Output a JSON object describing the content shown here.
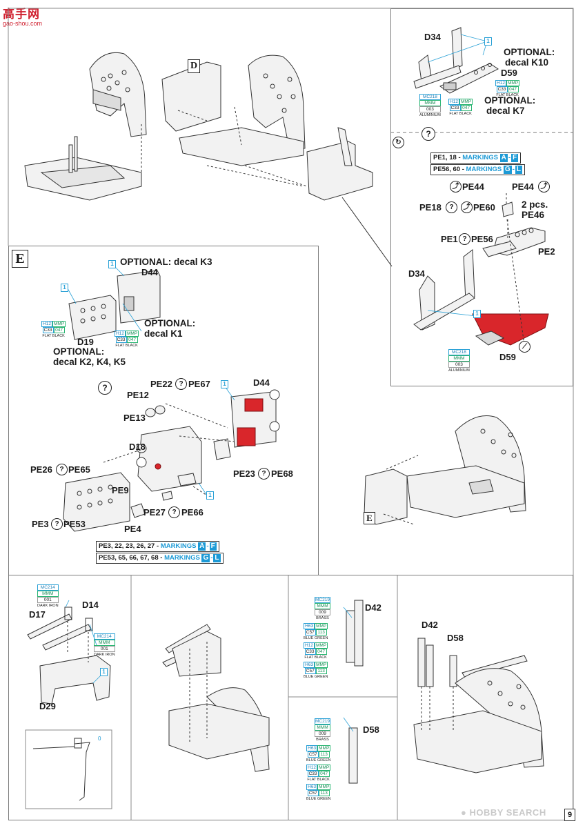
{
  "watermark": {
    "top": "高手网",
    "url": "gao-shou.com"
  },
  "footer": {
    "brand": "HOBBY SEARCH",
    "page_number": "9"
  },
  "top_left": {
    "letter": "D"
  },
  "top_right": {
    "parts": {
      "d34": "D34",
      "d59": "D59"
    },
    "optional_a": "OPTIONAL:",
    "optional_a_decal": "decal K10",
    "optional_b": "OPTIONAL:",
    "optional_b_decal": "decal K7",
    "callout": "1",
    "paint_al": {
      "code1": "MC218",
      "code2": "MMM",
      "code3": "003",
      "name": "ALUMINIUM"
    },
    "paint_fb1": {
      "h": "H12",
      "mmp": "MMP",
      "c": "C33",
      "num": "047",
      "name": "FLAT BLACK"
    },
    "paint_fb2": {
      "h": "H12",
      "mmp": "MMP",
      "c": "C33",
      "num": "047",
      "name": "FLAT BLACK"
    }
  },
  "right_mid": {
    "question": "?",
    "rotate": "↻",
    "markings1": {
      "parts": "PE1, 18 - ",
      "word": "MARKINGS",
      "a": "A",
      "b": "F"
    },
    "markings2": {
      "parts": "PE56, 60 - ",
      "word": "MARKINGS",
      "a": "G",
      "b": "L"
    },
    "pe44_left": "PE44",
    "pe44_right": "PE44",
    "pe18": "PE18",
    "pe60": "PE60",
    "two_pcs": "2 pcs.",
    "pe46": "PE46",
    "pe1": "PE1",
    "pe56": "PE56",
    "pe2": "PE2",
    "d34": "D34",
    "d59": "D59",
    "callout": "1",
    "paint_al": {
      "code1": "MC218",
      "code2": "MMM",
      "code3": "003",
      "name": "ALUMINIUM"
    }
  },
  "section_e": {
    "letter": "E",
    "optional_k3": "OPTIONAL: decal K3",
    "d44": "D44",
    "optional_k1": "OPTIONAL:",
    "optional_k1_decal": "decal K1",
    "d19": "D19",
    "optional_k245": "OPTIONAL:",
    "optional_k245_decal": "decal K2, K4, K5",
    "paint_fb1": {
      "h": "H12",
      "mmp": "MMP",
      "c": "C33",
      "num": "047",
      "name": "FLAT BLACK"
    },
    "paint_fb2": {
      "h": "H12",
      "mmp": "MMP",
      "c": "C33",
      "num": "047",
      "name": "FLAT BLACK"
    },
    "callout": "1",
    "question": "?",
    "pe22": "PE22",
    "pe67": "PE67",
    "d44_b": "D44",
    "pe12": "PE12",
    "pe13": "PE13",
    "d18": "D18",
    "pe26": "PE26",
    "pe65": "PE65",
    "pe9": "PE9",
    "pe23": "PE23",
    "pe68": "PE68",
    "pe27": "PE27",
    "pe66": "PE66",
    "pe3": "PE3",
    "pe53": "PE53",
    "pe4": "PE4",
    "markings1": {
      "parts": "PE3, 22, 23, 26, 27 - ",
      "word": "MARKINGS",
      "a": "A",
      "b": "F"
    },
    "markings2": {
      "parts": "PE53, 65, 66, 67, 68 - ",
      "word": "MARKINGS",
      "a": "G",
      "b": "L"
    }
  },
  "assembly_e": {
    "letter": "E"
  },
  "bottom": {
    "d17": "D17",
    "d14": "D14",
    "d29": "D29",
    "callout": "1",
    "inset_value": "0",
    "paint_di1": {
      "code1": "MC214",
      "code2": "MMM",
      "code3": "001",
      "name": "DARK IRON"
    },
    "paint_di2": {
      "code1": "MC214",
      "code2": "MMM",
      "code3": "001",
      "name": "DARK IRON"
    },
    "d42": "D42",
    "d58": "D58",
    "d42_b": "D42",
    "d58_b": "D58",
    "p42_brass": {
      "code1": "MC219",
      "code2": "MMM",
      "code3": "009",
      "name": "BRASS"
    },
    "p42_bg1": {
      "h": "H63",
      "mmp": "MMP",
      "c": "C57",
      "num": "113",
      "name": "BLUE GREEN"
    },
    "p42_fb": {
      "h": "H12",
      "mmp": "MMP",
      "c": "C33",
      "num": "047",
      "name": "FLAT BLACK"
    },
    "p42_bg2": {
      "h": "H63",
      "mmp": "MMP",
      "c": "C57",
      "num": "113",
      "name": "BLUE GREEN"
    },
    "p58_brass": {
      "code1": "MC219",
      "code2": "MMM",
      "code3": "009",
      "name": "BRASS"
    },
    "p58_bg1": {
      "h": "H63",
      "mmp": "MMP",
      "c": "C57",
      "num": "113",
      "name": "BLUE GREEN"
    },
    "p58_fb": {
      "h": "H12",
      "mmp": "MMP",
      "c": "C33",
      "num": "047",
      "name": "FLAT BLACK"
    },
    "p58_bg2": {
      "h": "H63",
      "mmp": "MMP",
      "c": "C57",
      "num": "113",
      "name": "BLUE GREEN"
    }
  },
  "colors": {
    "accent_blue": "#1c9ad6",
    "photo_etch_red": "#d9262b",
    "line": "#333333"
  }
}
